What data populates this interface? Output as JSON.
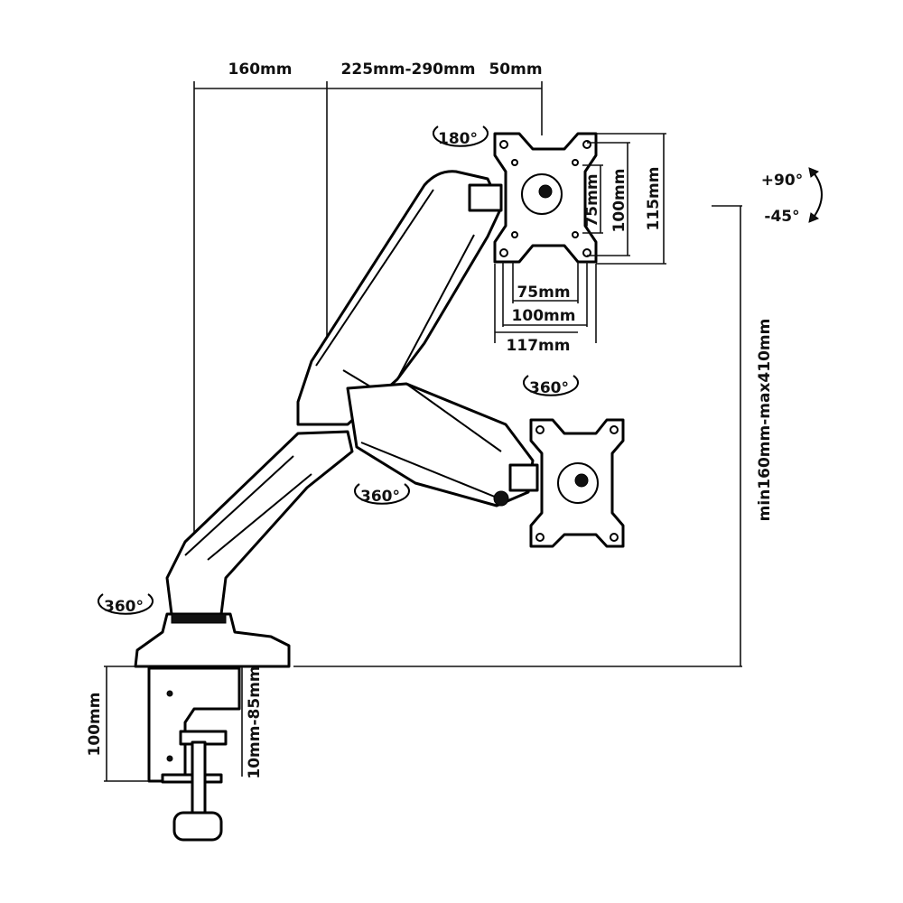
{
  "dimensions": {
    "reach_base": "160mm",
    "reach_arm": "225mm-290mm",
    "reach_plate": "50mm",
    "vesa_v_75": "75mm",
    "vesa_v_100": "100mm",
    "vesa_v_115": "115mm",
    "vesa_h_75": "75mm",
    "vesa_h_100": "100mm",
    "vesa_h_117": "117mm",
    "height_range": "min160mm-max410mm",
    "clamp_height": "100mm",
    "desk_thickness": "10mm-85mm"
  },
  "rotations": {
    "plate_rotation": "180°",
    "tilt_up": "+90°",
    "tilt_down": "-45°",
    "swivel_head": "360°",
    "swivel_elbow": "360°",
    "swivel_base": "360°"
  }
}
